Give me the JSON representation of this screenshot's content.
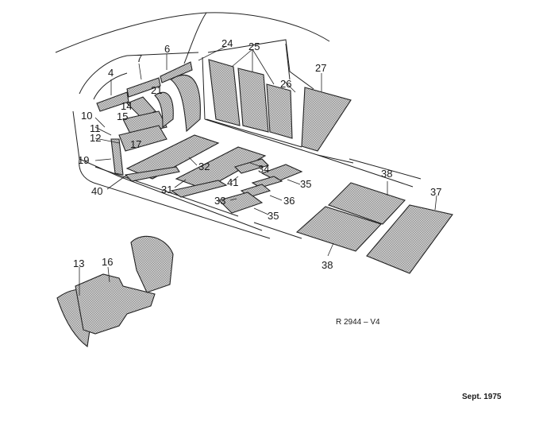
{
  "diagram": {
    "part_labels": [
      "4",
      "6",
      "7",
      "10",
      "11",
      "12",
      "13",
      "14",
      "15",
      "16",
      "17",
      "19",
      "21",
      "24",
      "25",
      "26",
      "27",
      "31",
      "32",
      "33",
      "34",
      "35",
      "35",
      "36",
      "37",
      "38",
      "38",
      "40",
      "41"
    ],
    "reference": "R 2944 – V4",
    "date": "Sept. 1975"
  }
}
